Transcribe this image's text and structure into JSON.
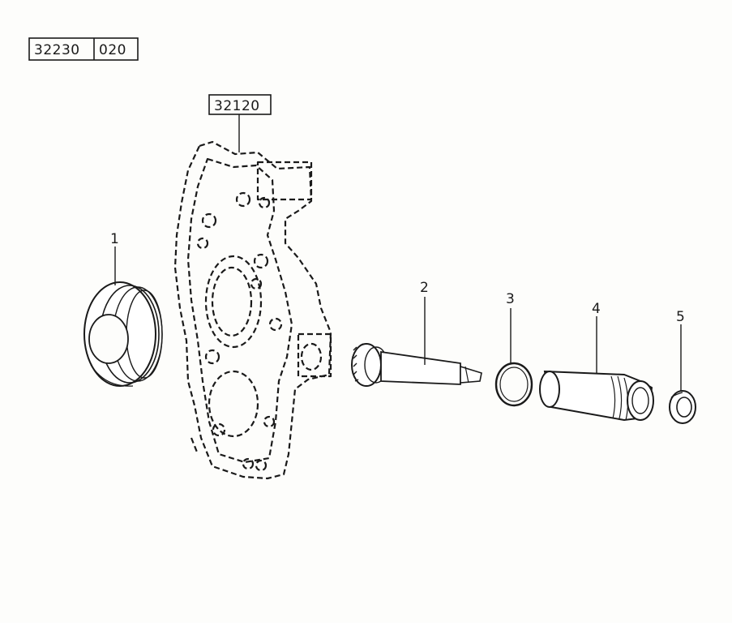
{
  "reference_box": {
    "group_code": "32230",
    "variant_code": "020"
  },
  "housing_reference": "32120",
  "callouts": [
    {
      "number": "1",
      "part": "drive-gear-cover"
    },
    {
      "number": "2",
      "part": "drive-shaft-pinion"
    },
    {
      "number": "3",
      "part": "o-ring"
    },
    {
      "number": "4",
      "part": "sleeve-bushing"
    },
    {
      "number": "5",
      "part": "seal-ring"
    }
  ],
  "colors": {
    "ink": "#1a1a1a",
    "paper": "#fdfdfb"
  }
}
